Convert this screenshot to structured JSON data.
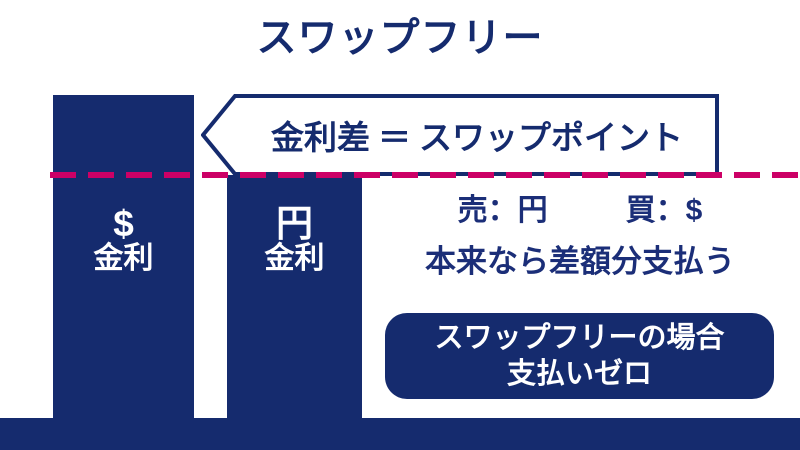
{
  "title": "スワップフリー",
  "callout": {
    "left_term": "金利差",
    "equals": "＝",
    "right_term": "スワップポイント",
    "arrow_direction": "left-arrow-icon"
  },
  "bars": [
    {
      "symbol": "$",
      "label": "金利",
      "name": "usd-interest-bar"
    },
    {
      "symbol": "円",
      "label": "金利",
      "name": "jpy-interest-bar"
    }
  ],
  "trade": {
    "sell": "売：円",
    "buy": "買：$",
    "note": "本来なら差額分支払う"
  },
  "highlight": {
    "line1": "スワップフリーの場合",
    "line2": "支払いゼロ"
  },
  "colors": {
    "navy": "#152B6E",
    "crimson": "#CC0066",
    "text_navy": "#1B2E78",
    "background": "#FFFFFF"
  }
}
